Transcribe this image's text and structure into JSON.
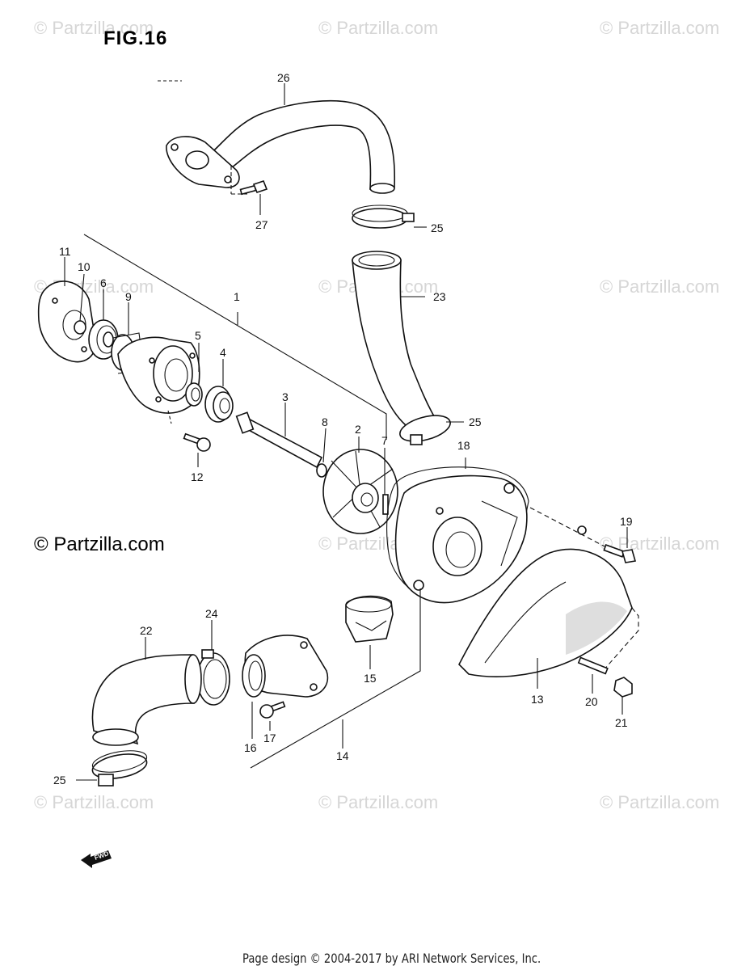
{
  "figure": {
    "title": "FIG.16"
  },
  "watermarks": {
    "text": "© Partzilla.com"
  },
  "copyright_main": "© Partzilla.com",
  "footer": "Page design © 2004-2017 by ARI Network Services, Inc.",
  "fwd_badge": "FWD",
  "callouts": {
    "c1": "1",
    "c2": "2",
    "c3": "3",
    "c4": "4",
    "c5": "5",
    "c6": "6",
    "c7": "7",
    "c8": "8",
    "c9": "9",
    "c10": "10",
    "c11": "11",
    "c12": "12",
    "c13": "13",
    "c14": "14",
    "c15": "15",
    "c16": "16",
    "c17": "17",
    "c18": "18",
    "c19": "19",
    "c20": "20",
    "c21": "21",
    "c22": "22",
    "c23": "23",
    "c24": "24",
    "c25a": "25",
    "c25b": "25",
    "c25c": "25",
    "c26": "26",
    "c27": "27"
  }
}
